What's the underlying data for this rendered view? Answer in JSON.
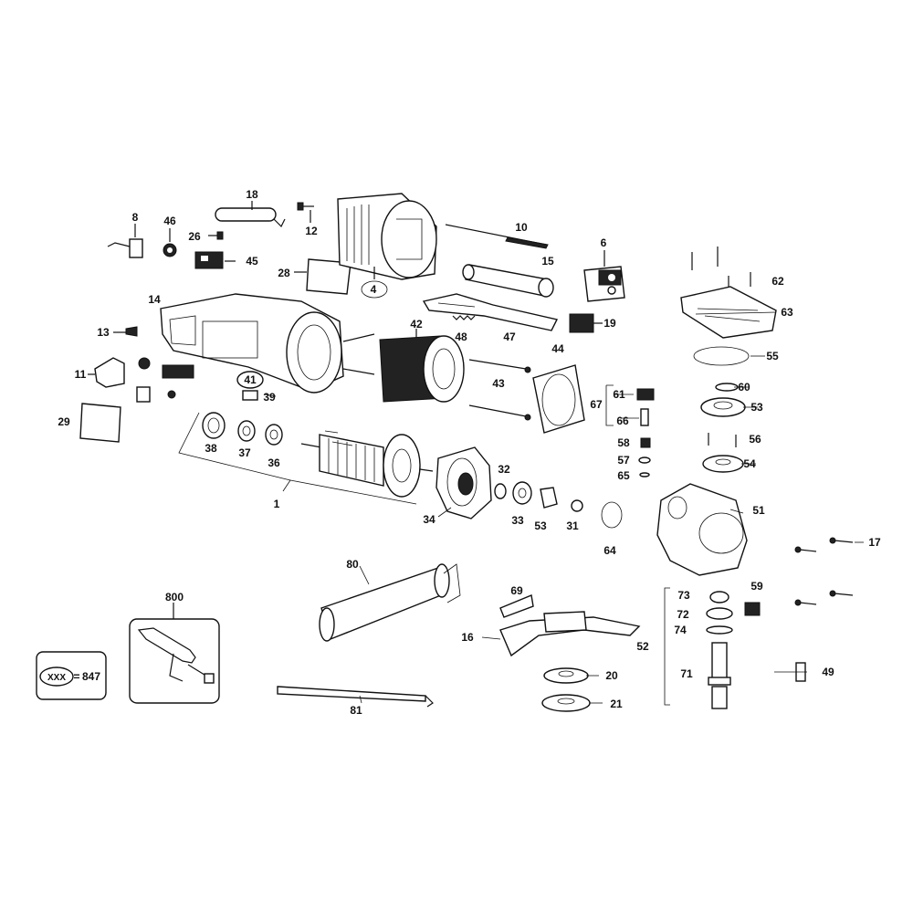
{
  "legend": {
    "code": "XXX",
    "equals": "=",
    "value": "847"
  },
  "labels": {
    "l1": "1",
    "l4": "4",
    "l6": "6",
    "l8": "8",
    "l10": "10",
    "l11": "11",
    "l12": "12",
    "l13": "13",
    "l14": "14",
    "l15": "15",
    "l16": "16",
    "l17": "17",
    "l18": "18",
    "l19": "19",
    "l20": "20",
    "l21": "21",
    "l26": "26",
    "l28": "28",
    "l29": "29",
    "l31": "31",
    "l32": "32",
    "l33": "33",
    "l34": "34",
    "l36": "36",
    "l37": "37",
    "l38": "38",
    "l39": "39",
    "l41": "41",
    "l42": "42",
    "l43": "43",
    "l44": "44",
    "l45": "45",
    "l46": "46",
    "l47": "47",
    "l48": "48",
    "l49": "49",
    "l51": "51",
    "l52": "52",
    "l53a": "53",
    "l53b": "53",
    "l54": "54",
    "l55": "55",
    "l56": "56",
    "l57": "57",
    "l58": "58",
    "l59": "59",
    "l60": "60",
    "l61": "61",
    "l62": "62",
    "l63": "63",
    "l64": "64",
    "l65": "65",
    "l66": "66",
    "l67": "67",
    "l69": "69",
    "l71": "71",
    "l72": "72",
    "l73": "73",
    "l74": "74",
    "l80": "80",
    "l81": "81",
    "l800": "800"
  }
}
